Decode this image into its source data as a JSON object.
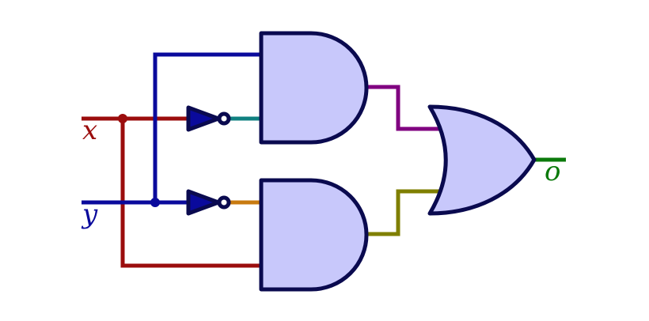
{
  "labels": {
    "input_x": "x",
    "input_y": "y",
    "output_o": "o"
  },
  "gates": [
    {
      "id": "and-top",
      "type": "AND"
    },
    {
      "id": "and-bottom",
      "type": "AND"
    },
    {
      "id": "or-out",
      "type": "OR"
    },
    {
      "id": "not-x",
      "type": "NOT"
    },
    {
      "id": "not-y",
      "type": "NOT"
    }
  ],
  "colors": {
    "x_wire": "#9b0d0d",
    "y_wire": "#0a0a9c",
    "not_x_out": "#108080",
    "not_y_out": "#c87a10",
    "and_top_out": "#800080",
    "and_bottom_out": "#7f7f00",
    "output_wire": "#0b7a0b",
    "gate_fill": "#c8c8fb",
    "gate_stroke": "#0a0a4f"
  }
}
